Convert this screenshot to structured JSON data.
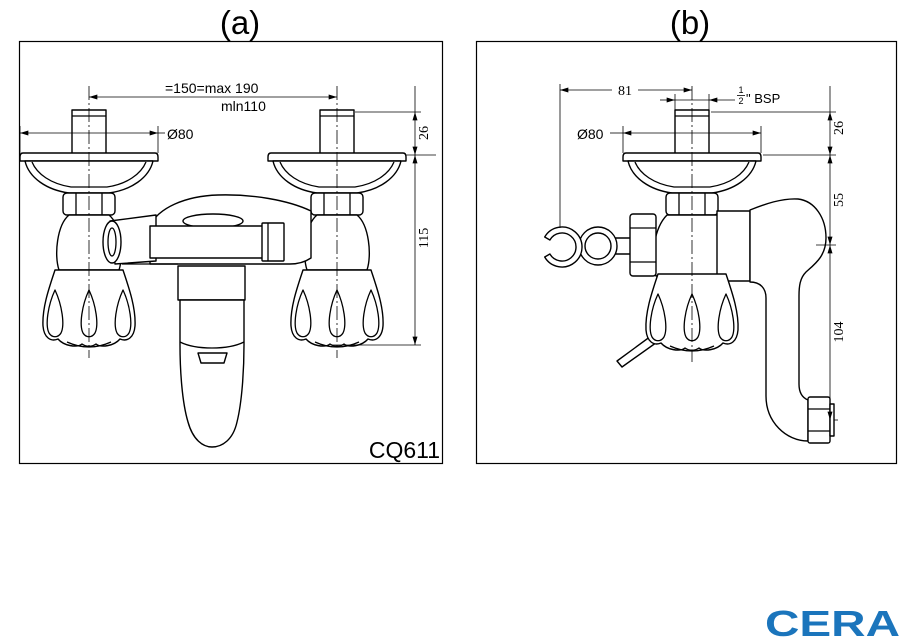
{
  "panel_a": {
    "label": "(a)",
    "model_code": "CQ611",
    "dim_spacing": "=150=max 190",
    "dim_spacing_min": "mln110",
    "dim_flange": "Ø80",
    "dim_stem": "26",
    "dim_height": "115"
  },
  "panel_b": {
    "label": "(b)",
    "dim_offset": "81",
    "thread_numerator": "1",
    "thread_denominator": "2",
    "thread_suffix": "\" BSP",
    "dim_flange": "Ø80",
    "dim_stem": "26",
    "dim_upper": "55",
    "dim_lower": "104"
  },
  "brand": {
    "logo_text": "CERA",
    "logo_color": "#1b75bc"
  },
  "colors": {
    "line": "#000000",
    "background": "#ffffff"
  }
}
